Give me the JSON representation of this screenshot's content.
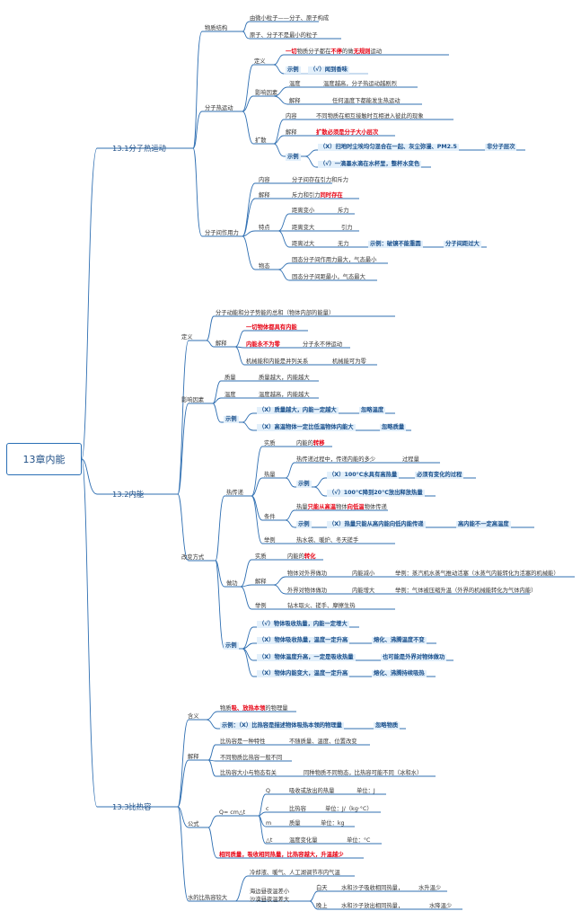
{
  "root": "13章内能",
  "s1": {
    "title": "13.1分子热运动",
    "structure": "物质结构",
    "structure_a": "由微小粒子——分子、原子构成",
    "structure_b": "原子、分子不是最小的粒子",
    "motion": "分子热运动",
    "def": "定义",
    "def_text_1": "一切",
    "def_text_2": "物质分子都在",
    "def_text_3": "不停",
    "def_text_4": "的做",
    "def_text_5": "无规则",
    "def_text_6": "运动",
    "example": "示例",
    "def_ex": "（√）闻到香味",
    "factor": "影响因素",
    "temp": "温度",
    "temp_text": "温度越高，分子热运动越剧烈",
    "explain": "解释",
    "explain_text": "任何温度下都能发生热运动",
    "diff": "扩散",
    "diff_content": "内容",
    "diff_content_text": "不同物质在相互接触时互相进入彼此的现象",
    "diff_explain": "解释",
    "diff_explain_text": "扩散必须是分子大小层次",
    "diff_ex_1": "（X）扫地时尘埃均匀混合在一起、灰尘弥漫、PM2.5",
    "diff_ex_1_tag": "非分子层次",
    "diff_ex_2": "（√）一滴墨水滴在水杯里，整杯水变色",
    "force": "分子间作用力",
    "force_content": "内容",
    "force_content_text": "分子间存在引力和斥力",
    "force_explain": "解释",
    "force_explain_1": "斥力和引力",
    "force_explain_2": "同时存在",
    "feature": "特点",
    "dist_small": "距离变小",
    "dist_small_r": "斥力",
    "dist_large": "距离变大",
    "dist_large_r": "引力",
    "dist_far": "距离过大",
    "dist_far_r": "无力",
    "dist_far_ex": "示例：破镜不能重圆",
    "dist_far_tag": "分子间距过大",
    "state": "物态",
    "state_a": "固态分子间作用力最大，气态最小",
    "state_b": "固态分子间距最小，气态最大"
  },
  "s2": {
    "title": "13.2内能",
    "def": "定义",
    "def_text": "分子动能和分子势能的总和（物体内部的能量）",
    "explain": "解释",
    "ex_a": "一切物体都具有内能",
    "ex_b_1": "内能永不为零",
    "ex_b_2": "分子永不停运动",
    "ex_c_1": "机械能和内能是并列关系",
    "ex_c_2": "机械能可为零",
    "factor": "影响因素",
    "mass": "质量",
    "mass_text": "质量越大，内能越大",
    "temp": "温度",
    "temp_text": "温度越高，内能越大",
    "example": "示例",
    "fex_1": "（X）质量越大，内能一定越大",
    "fex_1_tag": "忽略温度",
    "fex_2": "（X）高温物体一定比低温物体内能大",
    "fex_2_tag": "忽略质量",
    "change": "改变方式",
    "heat_transfer": "热传递",
    "essence": "实质",
    "essence_text_1": "内能的",
    "essence_text_2": "转移",
    "heat": "热量",
    "heat_def": "热传递过程中，传递内能的多少",
    "heat_proc": "过程量",
    "heat_ex_1": "（X）100°C水具有高热量",
    "heat_ex_1_tag": "必须有变化的过程",
    "heat_ex_2": "（√）100°C降到20°C放出释放热量",
    "cond": "条件",
    "cond_text_1": "热量",
    "cond_text_2": "只能从高温",
    "cond_text_3": "物体",
    "cond_text_4": "向低温",
    "cond_text_5": "物体传递",
    "cond_ex": "（X）热量只能从高内能向低内能传递",
    "cond_tag": "高内能不一定高温度",
    "exam": "举例",
    "exam_text": "热水袋、暖炉、冬天搓手",
    "work": "做功",
    "work_essence": "实质",
    "work_essence_1": "内能的",
    "work_essence_2": "转化",
    "work_explain": "解释",
    "work_on_out": "物体对外界做功",
    "work_on_out_r": "内能减小",
    "work_on_out_ex": "举例：蒸汽机水蒸气推动活塞（水蒸气内能转化为活塞的机械能）",
    "work_on_in": "外界对物体做功",
    "work_on_in_r": "内能增大",
    "work_on_in_ex": "举例：气体被压缩升温（外界的机械能转化为气体内能）",
    "work_exam": "举例",
    "work_exam_text": "钻木取火、搓手、摩擦生热",
    "ex_1": "（√）物体吸收热量，内能一定增大",
    "ex_2": "（X）物体吸收热量，温度一定升高",
    "ex_2_tag": "熔化、沸腾温度不变",
    "ex_3": "（X）物体温度升高，一定是吸收热量",
    "ex_3_tag": "也可能是外界对物体做功",
    "ex_4": "（X）物体内能变大，温度一定升高",
    "ex_4_tag": "熔化、沸腾持续吸热"
  },
  "s3": {
    "title": "13.3比热容",
    "meaning": "含义",
    "meaning_text_1": "物质",
    "meaning_text_2": "吸、放热本领",
    "meaning_text_3": "的物理量",
    "meaning_ex": "示例：（X）比热容是描述物体吸热本领的物理量",
    "meaning_tag": "忽略物质",
    "explain": "解释",
    "e1": "比热容是一种特性",
    "e1_r": "不随质量、温度、位置改变",
    "e2": "不同物质比热容一般不同",
    "e3": "比热容大小与物态有关",
    "e3_r": "同种物质不同物态，比热容可能不同（冰和水）",
    "formula": "公式",
    "formula_main": "Q= cm△t",
    "q": "Q",
    "q_m": "吸收或放出的热量",
    "q_u": "单位：J",
    "c": "c",
    "c_m": "比热容",
    "c_u": "单位：J/（kg·°C）",
    "m": "m",
    "m_m": "质量",
    "m_u": "单位：kg",
    "dt": "△t",
    "dt_m": "温度变化量",
    "dt_u": "单位：°C",
    "f_note": "相同质量，吸收相同热量，比热容越大，升温越少",
    "water": "水的比热容较大",
    "water_a": "冷却液、暖气、人工湖调节市内气温",
    "water_b_1": "海边昼夜温差小",
    "water_b_2": "沙漠昼夜温差大",
    "day": "白天",
    "day_text": "水和沙子吸收相同热量，",
    "day_r": "水升温少",
    "night": "晚上",
    "night_text": "水和沙子放出相同热量，",
    "night_r": "水降温少"
  }
}
